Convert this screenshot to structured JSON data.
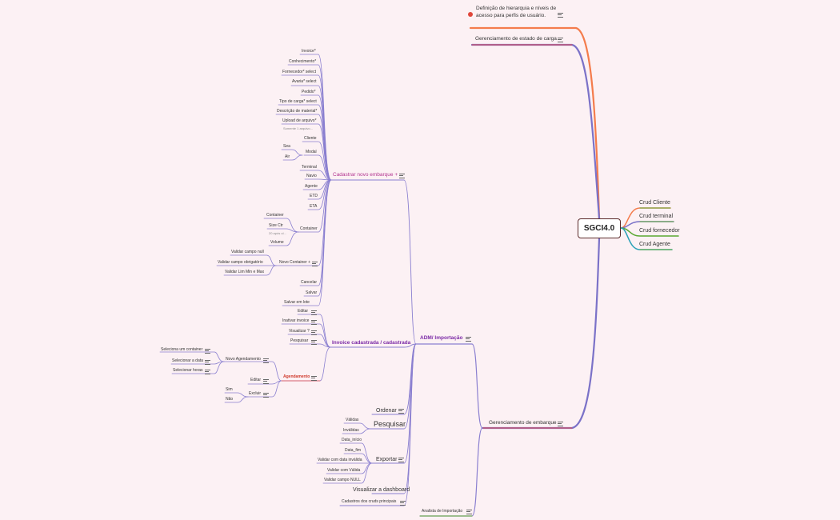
{
  "root": "SGCI4.0",
  "top": {
    "definicao_line1": "Definição de hierarquia e níveis de",
    "definicao_line2": "acesso para perfis de usuário.",
    "estado_carga": "Gerenciamento de estado de carga"
  },
  "right_items": [
    "Crud Cliente",
    "Crud terminal",
    "Crud fornecedor",
    "Crud Agente"
  ],
  "embarque": "Gerenciamento de embarque",
  "adm": "ADM/ Importação",
  "analista": "Analista de Importação",
  "cadastrar": "Cadastrar novo embarque  +",
  "cadastrar_fields": [
    "Invoice*",
    "Conhecimento*",
    "Fornecedor*  select",
    "Avaria* select",
    "Pedido*",
    "Tipo de carga* select",
    "Descrição de material*",
    "Upload de arquivo*"
  ],
  "upload_hint": "Somente 1 arquivo...",
  "cliente": "Cliente",
  "modal": "Modal",
  "modal_options": [
    "Sea",
    "Air"
  ],
  "cadastrar_more": [
    "Terminal",
    "Navio",
    "Agente",
    "ETD",
    "ETA"
  ],
  "container": "Container",
  "container_items": [
    "Container",
    "Size Ctr",
    "Volume"
  ],
  "size_hint": "20 após ul...",
  "novo_container": "Novo Container +",
  "validar_items": [
    "Validar campo null",
    "Validar campo obrigatório",
    "Validar Lim Min e Max"
  ],
  "cancelar": "Cancelar",
  "salvar": "Salvar",
  "salvar_lote": "Salvar em lote",
  "invoice_cadastrada": "Invoice cadastrada / cadastrada",
  "invoice_items": [
    "Editar",
    "Inativar invoice",
    "Visualizar ?",
    "Pesquisar"
  ],
  "agendamento": "Agendamento",
  "novo_agendamento": "Novo Agendamento",
  "agendamento_items": [
    "Seleciona um container",
    "Selecionar a data",
    "Selecionar horas"
  ],
  "editar": "Editar",
  "excluir": "Excluir",
  "excluir_options": [
    "Sim",
    "Não"
  ],
  "ordenar": "Ordenar",
  "pesquisar": "Pesquisar",
  "pesquisar_options": [
    "Válidas",
    "Inválidas"
  ],
  "exportar": "Exportar",
  "exportar_items": [
    "Data_início",
    "Data_fim",
    "Validar com data inválida",
    "Validar com Válida",
    "Validar campo NULL"
  ],
  "visualizar_dashboard": "Visualizar a dashboard",
  "cadastros_cruds": "Cadastros dos cruds principais",
  "colors": {
    "background": "#fcf1f4",
    "orange": "#f47c4c",
    "indigo": "#7b72c8",
    "green": "#5aa832",
    "teal": "#2aa1b8",
    "red_underline": "#e44b4b"
  }
}
